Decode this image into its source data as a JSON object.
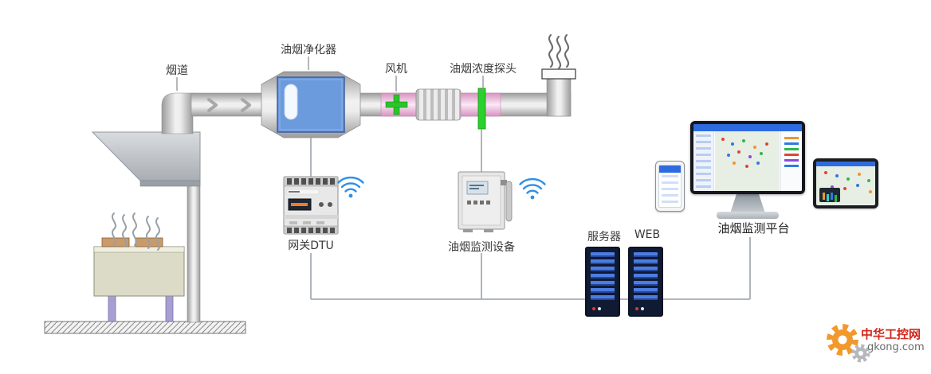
{
  "diagram": {
    "labels": {
      "duct": "烟道",
      "purifier": "油烟净化器",
      "fan": "风机",
      "probe": "油烟浓度探头",
      "gateway": "网关DTU",
      "monitoring_device": "油烟监测设备",
      "server": "服务器",
      "web": "WEB",
      "platform": "油烟监测平台"
    },
    "icons": {
      "wifi_icon": "wireless signal arcs",
      "gear_icon": "gear wheel",
      "smoke_icon": "wavy smoke lines",
      "flow_arrow_icon": "chevron-right"
    },
    "colors": {
      "purifier_blue": "#6b9add",
      "duct_pink": "#f3c9e2",
      "probe_green": "#2bd12b",
      "wifi_blue": "#2e8fe8",
      "server_body": "#101b33",
      "server_slat": "#4d7de2",
      "screen_blue": "#2e6be0",
      "connector_gray": "#a7adb3",
      "watermark_red": "#d3261b",
      "watermark_orange": "#f2992e"
    }
  },
  "watermark": {
    "title": "中华工控网",
    "domain": "gkong.com"
  }
}
